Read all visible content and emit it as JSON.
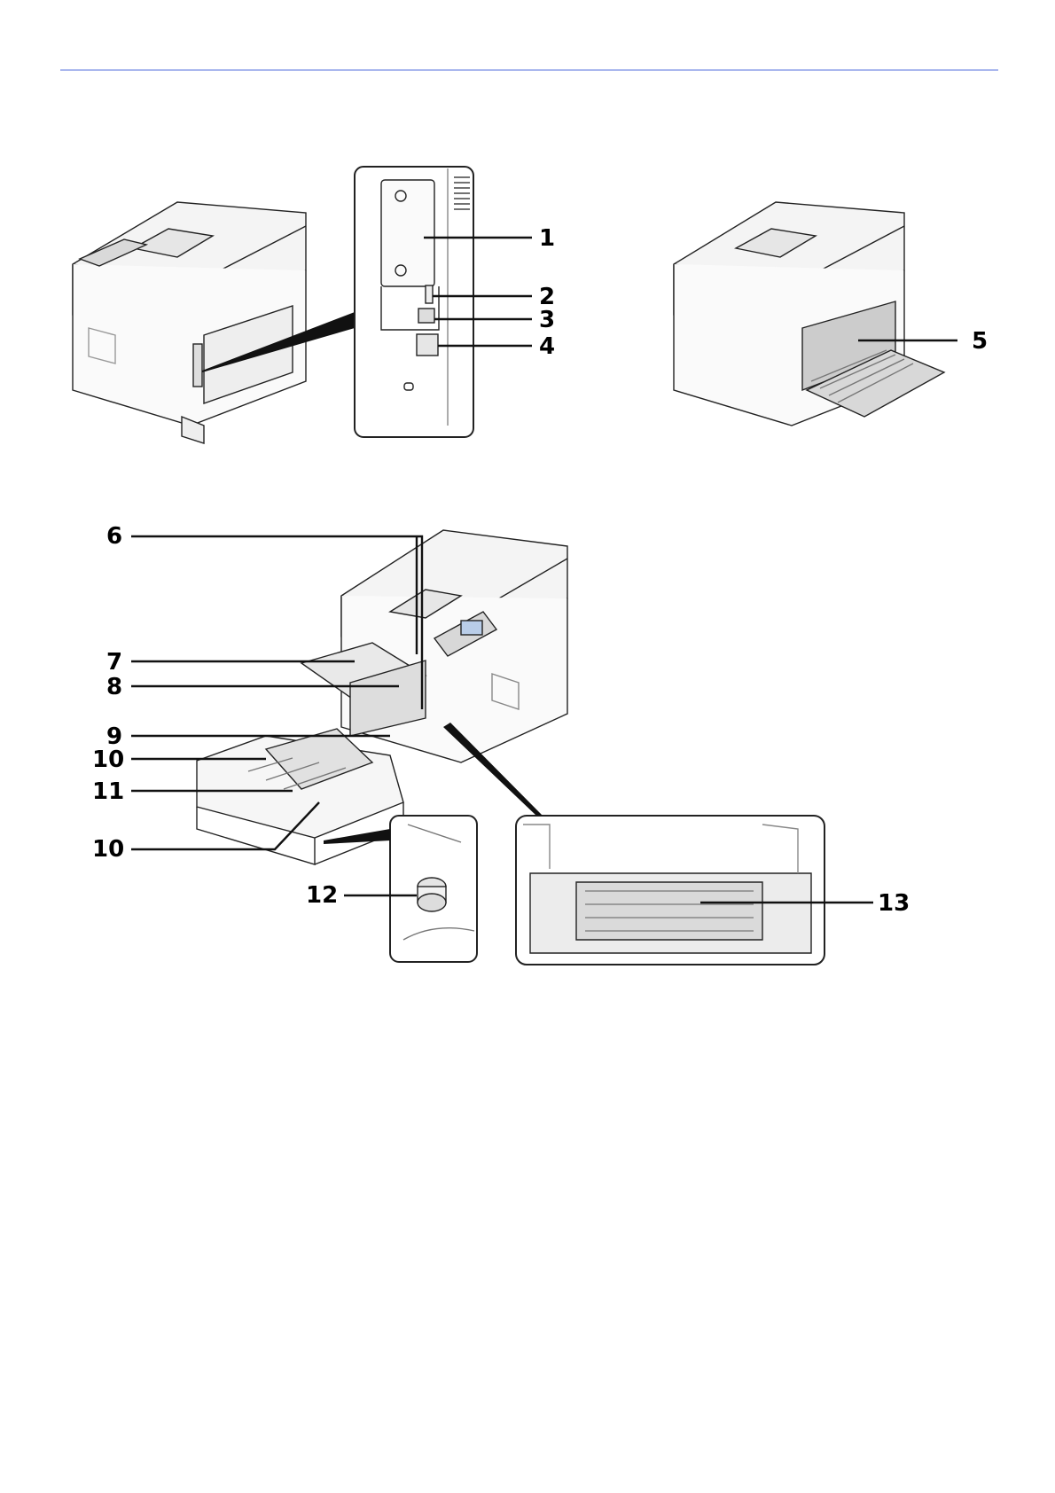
{
  "header": {
    "rule_color": "#a9b7ee"
  },
  "callouts": {
    "c1": "1",
    "c2": "2",
    "c3": "3",
    "c4": "4",
    "c5": "5",
    "c6": "6",
    "c7": "7",
    "c8": "8",
    "c9": "9",
    "c10a": "10",
    "c11": "11",
    "c10b": "10",
    "c12": "12",
    "c13": "13"
  },
  "icons": {
    "usb_host": "usb-icon",
    "usb_device": "usb-icon",
    "network": "network-icon"
  }
}
